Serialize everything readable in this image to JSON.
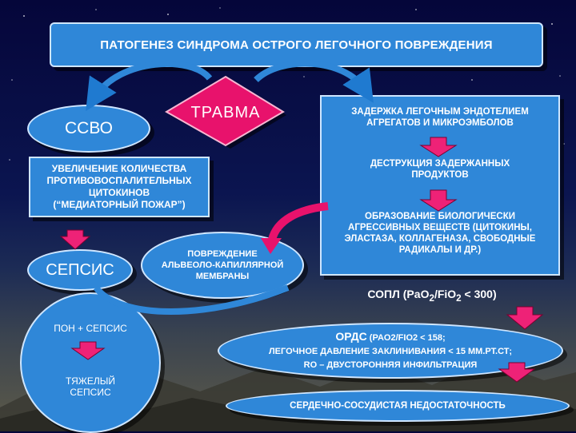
{
  "title": "ПАТОГЕНЕЗ СИНДРОМА ОСТРОГО ЛЕГОЧНОГО ПОВРЕЖДЕНИЯ",
  "sirs": "ССВО",
  "trauma": "ТРАВМА",
  "cytokines": [
    "УВЕЛИЧЕНИЕ КОЛИЧЕСТВА",
    "ПРОТИВОВОСПАЛИТЕЛЬНЫХ",
    "ЦИТОКИНОВ",
    "(“МЕДИАТОРНЫЙ ПОЖАР”)"
  ],
  "sepsis": "СЕПСИС",
  "pon_sepsis": "ПОН + СЕПСИС",
  "severe_sepsis": [
    "ТЯЖЕЛЫЙ",
    "СЕПСИС"
  ],
  "membrane": [
    "ПОВРЕЖДЕНИЕ",
    "АЛЬВЕОЛО-КАПИЛЛЯРНОЙ",
    "МЕМБРАНЫ"
  ],
  "right": {
    "retention": [
      "ЗАДЕРЖКА ЛЕГОЧНЫМ ЭНДОТЕЛИЕМ",
      "АГРЕГАТОВ И МИКРОЭМБОЛОВ"
    ],
    "destruction": [
      "ДЕСТРУКЦИЯ ЗАДЕРЖАННЫХ",
      "ПРОДУКТОВ"
    ],
    "formation": [
      "ОБРАЗОВАНИЕ БИОЛОГИЧЕСКИ",
      "АГРЕССИВНЫХ ВЕЩЕСТВ (ЦИТОКИНЫ,",
      "ЭЛАСТАЗА, КОЛЛАГЕНАЗА, СВОБОДНЫЕ",
      "РАДИКАЛЫ И ДР.)"
    ]
  },
  "sopl": {
    "prefix": "СОПЛ (Pa",
    "o2a": "O",
    "sub1": "2",
    "mid": "/FiO",
    "sub2": "2",
    "suffix": " < 300)"
  },
  "ards": {
    "title": "ОРДС",
    "title_detail": " (PaO2/FiO2 < 158;",
    "line2": "ЛЕГОЧНОЕ ДАВЛЕНИЕ ЗАКЛИНИВАНИЯ < 15 мм.рт.ст;",
    "line3": "Ro – ДВУСТОРОННЯЯ ИНФИЛЬТРАЦИЯ"
  },
  "cardio": "СЕРДЕЧНО-СОСУДИСТАЯ НЕДОСТАТОЧНОСТЬ",
  "colors": {
    "box": "#2f87d8",
    "border": "#cfe6ff",
    "arrow": "#ee2277",
    "trauma": "#e8126c"
  }
}
